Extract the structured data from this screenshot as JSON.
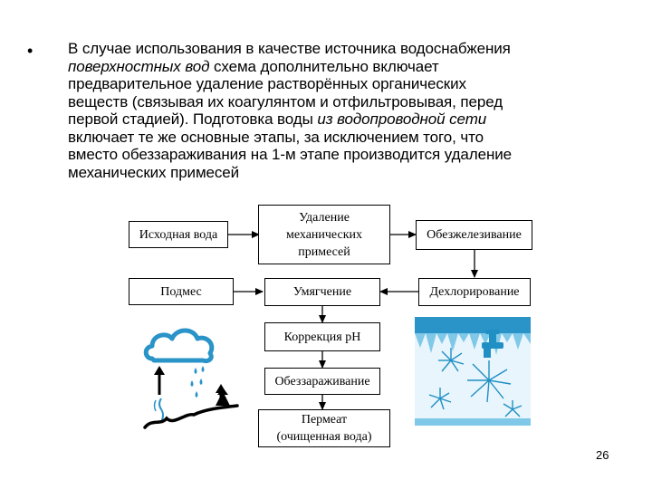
{
  "bullet_symbol": "•",
  "paragraph": {
    "line1": "В случае использования в качестве источника водоснабжения",
    "line2_italic": "поверхностных вод",
    "line2_rest": " схема дополнительно включает",
    "line3": "предварительное удаление растворённых органических",
    "line4": "веществ (связывая их коагулянтом и отфильтровывая, перед",
    "line5_start": "первой стадией). Подготовка воды ",
    "line5_italic": "из водопроводной сети",
    "line6": "включает те же основные этапы, за исключением того, что",
    "line7": "вместо обеззараживания на 1-м этапе производится удаление",
    "line8": "механических примесей"
  },
  "diagram": {
    "source_water": "Исходная вода",
    "mech_removal": [
      "Удаление",
      "механических",
      "примесей"
    ],
    "deironing": "Обезжелезивание",
    "dechlorination": "Дехлорирование",
    "softening": "Умягчение",
    "blending": "Подмес",
    "ph_correction": "Коррекция рН",
    "disinfection": "Обеззараживание",
    "permeate": [
      "Пермеат",
      "(очищенная вода)"
    ]
  },
  "colors": {
    "cloud_blue": "#2a93c8",
    "ice_blue": "#7fc8e8",
    "ice_dark": "#1f8fc4"
  },
  "page_number": "26"
}
